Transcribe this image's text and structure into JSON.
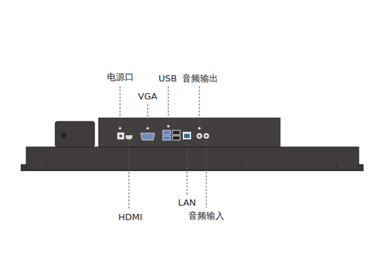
{
  "diagram": {
    "labels": [
      "电源口",
      "USB",
      "音频输出",
      "VGA",
      "HDMI",
      "LAN",
      "音频输入"
    ]
  }
}
